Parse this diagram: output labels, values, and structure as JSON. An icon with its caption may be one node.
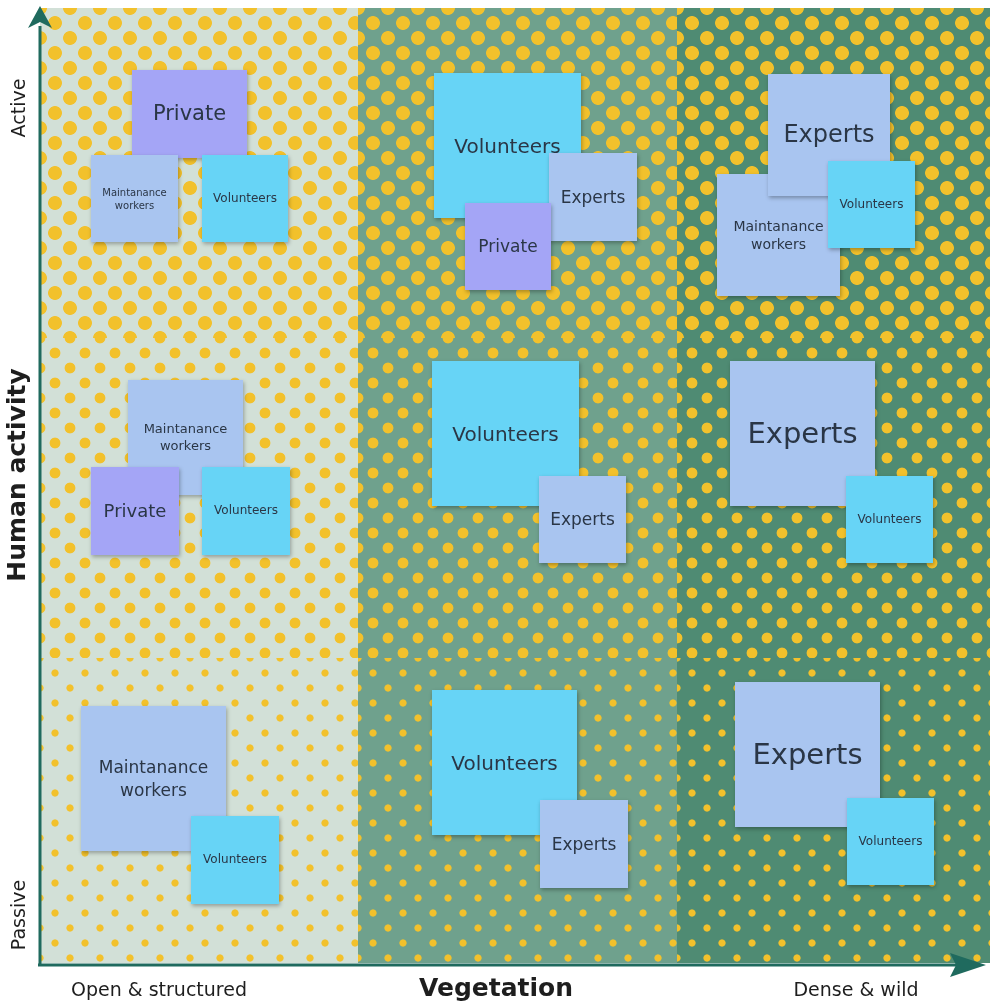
{
  "diagram": {
    "nodes": [
      {
        "text": [
          "Private"
        ]
      },
      {
        "text": [
          "Maintanance workers"
        ]
      },
      {
        "text": [
          "Volunteers"
        ]
      },
      {
        "text": [
          "Volunteers"
        ]
      },
      {
        "text": [
          "Experts"
        ]
      },
      {
        "text": [
          "Private"
        ]
      },
      {
        "text": [
          "Experts"
        ]
      },
      {
        "text": [
          "Maintanance workers"
        ]
      },
      {
        "text": [
          "Volunteers"
        ]
      },
      {
        "text": [
          "Maintanance workers"
        ]
      },
      {
        "text": [
          "Private"
        ]
      },
      {
        "text": [
          "Volunteers"
        ]
      },
      {
        "text": [
          "Volunteers"
        ]
      },
      {
        "text": [
          "Experts"
        ]
      },
      {
        "text": [
          "Experts"
        ]
      },
      {
        "text": [
          "Volunteers"
        ]
      },
      {
        "text": [
          "Maintanance workers"
        ]
      },
      {
        "text": [
          "Volunteers"
        ]
      },
      {
        "text": [
          "Volunteers"
        ]
      },
      {
        "text": [
          "Experts"
        ]
      },
      {
        "text": [
          "Experts"
        ]
      },
      {
        "text": [
          "Volunteers"
        ]
      }
    ],
    "labels": [
      "Active",
      "Human activity",
      "Passive",
      "Open & structured",
      "Vegetation",
      "Dense & wild"
    ]
  }
}
